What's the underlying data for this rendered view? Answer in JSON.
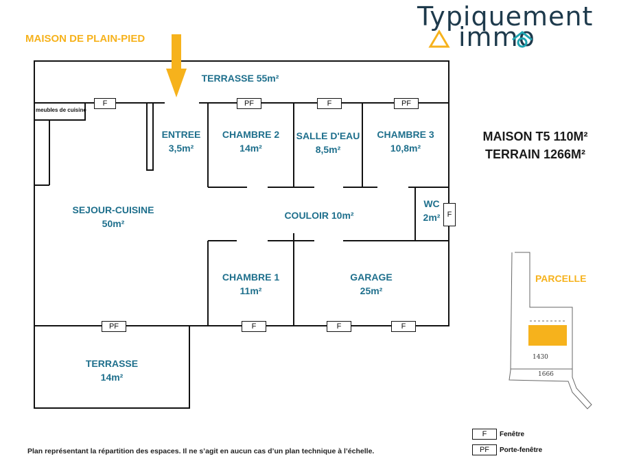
{
  "header": {
    "title": "MAISON DE PLAIN-PIED",
    "logo_line1": "Typiquement",
    "logo_line2": "immo"
  },
  "summary": {
    "line1": "MAISON T5 110M²",
    "line2": "TERRAIN 1266M²"
  },
  "rooms": {
    "terrasse_top": "TERRASSE 55m²",
    "entree_name": "ENTREE",
    "entree_area": "3,5m²",
    "chambre2_name": "CHAMBRE 2",
    "chambre2_area": "14m²",
    "salle_eau_name": "SALLE D'EAU",
    "salle_eau_area": "8,5m²",
    "chambre3_name": "CHAMBRE 3",
    "chambre3_area": "10,8m²",
    "sejour_name": "SEJOUR-CUISINE",
    "sejour_area": "50m²",
    "couloir": "COULOIR 10m²",
    "wc_name": "WC",
    "wc_area": "2m²",
    "chambre1_name": "CHAMBRE 1",
    "chambre1_area": "11m²",
    "garage_name": "GARAGE",
    "garage_area": "25m²",
    "terrasse_bottom_name": "TERRASSE",
    "terrasse_bottom_area": "14m²",
    "kitchen": "meubles de cuisine"
  },
  "openings": {
    "f": "F",
    "pf": "PF"
  },
  "parcel": {
    "title": "PARCELLE",
    "num1": "1430",
    "num2": "1666"
  },
  "legend": {
    "f_code": "F",
    "f_label": "Fenêtre",
    "pf_code": "PF",
    "pf_label": "Porte-fenêtre"
  },
  "footer": {
    "note": "Plan représentant la répartition des espaces. Il ne s’agit en aucun cas d’un plan technique à l’échelle."
  },
  "colors": {
    "accent": "#f6b21c",
    "room_text": "#1e6f8c",
    "logo": "#1e3a4c"
  }
}
